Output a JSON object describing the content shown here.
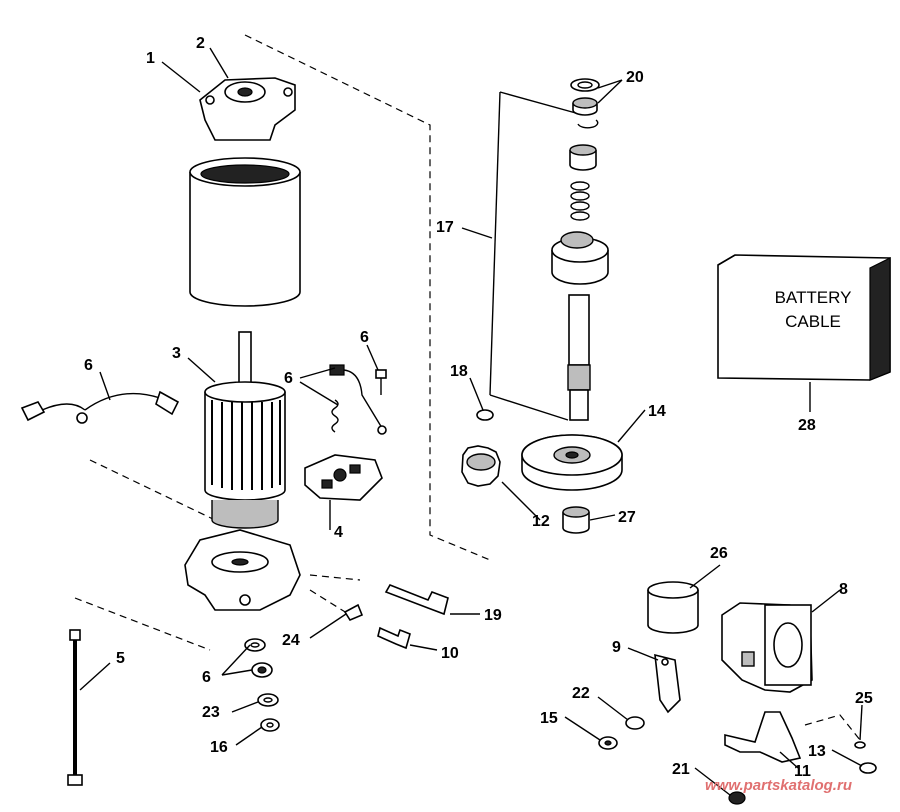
{
  "callouts": [
    "1",
    "2",
    "3",
    "4",
    "5",
    "6",
    "6",
    "6",
    "6",
    "8",
    "9",
    "10",
    "11",
    "12",
    "13",
    "14",
    "15",
    "16",
    "17",
    "18",
    "19",
    "20",
    "21",
    "22",
    "23",
    "24",
    "25",
    "26",
    "27",
    "28"
  ],
  "battery_box": {
    "line1": "BATTERY",
    "line2": "CABLE"
  },
  "watermark": "www.partskatalog.ru"
}
